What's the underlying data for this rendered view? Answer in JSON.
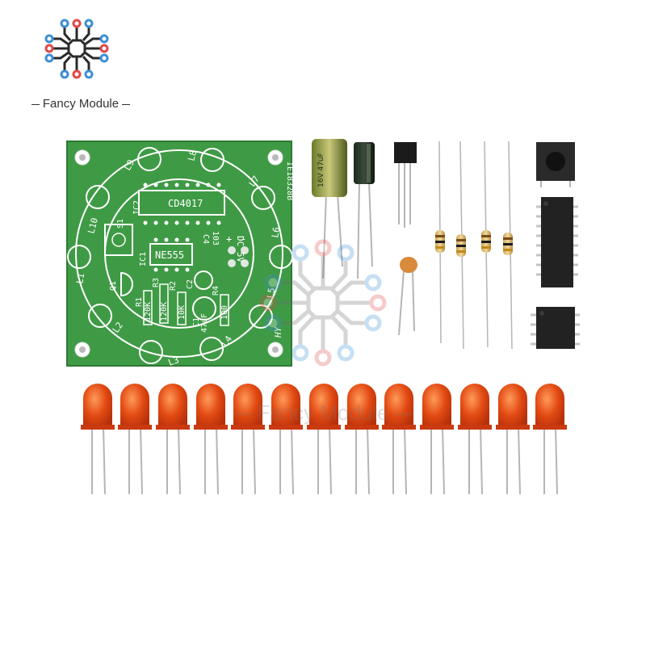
{
  "brand": {
    "name": "Fancy Module",
    "watermark": "Fancy Module"
  },
  "pcb": {
    "board_color": "#3f9a45",
    "silkscreen_color": "#ffffff",
    "ic_labels": {
      "timer": "NE555",
      "counter": "CD4017"
    },
    "part_number": "IE18328B",
    "power_label": "DC 5V",
    "polarity_plus": "+",
    "polarity_minus": "-",
    "led_labels": [
      "L1",
      "L2",
      "L3",
      "L4",
      "L5",
      "L6",
      "L7",
      "L8",
      "L9",
      "L10"
    ],
    "designators": {
      "s1": "S1",
      "ic1": "IC1",
      "ic2": "IC2",
      "q1": "Q1",
      "c1": "C1",
      "c2": "C2",
      "c4": "C4",
      "r1": "R1",
      "r2": "R2",
      "r3": "R3",
      "r4": "R4"
    },
    "values": {
      "r1": "120K",
      "r3": "120K",
      "r2": "10K",
      "r4": "100",
      "c4": "103",
      "c1": "47uF"
    },
    "maker_mark": "HY"
  },
  "components": {
    "electrolytic_label": "16V 47uF",
    "led_count": 13,
    "led_color": "#e24a12",
    "resistor_count": 4,
    "ic_chips": [
      "DIP-16",
      "DIP-8"
    ]
  }
}
